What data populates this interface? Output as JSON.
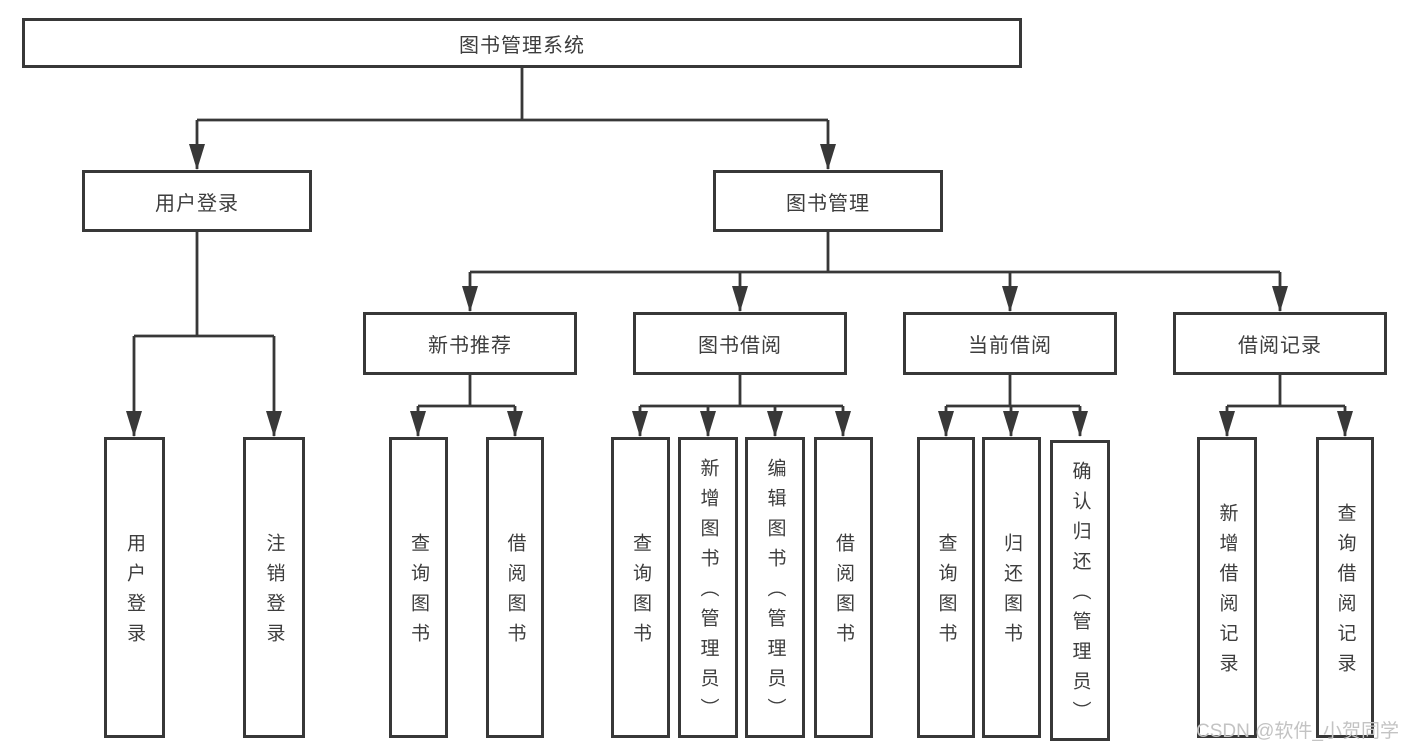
{
  "diagram": {
    "type": "hierarchy-tree",
    "watermark": "CSDN @软件_小贺同学",
    "colors": {
      "line": "#383838",
      "text": "#3d3d3d",
      "background": "#ffffff",
      "watermark": "#c3c3c3"
    },
    "nodes": {
      "root": {
        "label": "图书管理系统"
      },
      "user_login": {
        "label": "用户登录"
      },
      "book_mgmt": {
        "label": "图书管理"
      },
      "new_book": {
        "label": "新书推荐"
      },
      "borrow": {
        "label": "图书借阅"
      },
      "current": {
        "label": "当前借阅"
      },
      "records": {
        "label": "借阅记录"
      },
      "user_login_leaf": {
        "label": "用户登录"
      },
      "logout_leaf": {
        "label": "注销登录"
      },
      "new_query": {
        "label": "查询图书"
      },
      "new_borrow": {
        "label": "借阅图书"
      },
      "borrow_query": {
        "label": "查询图书"
      },
      "borrow_add": {
        "label": "新增图书（管理员）"
      },
      "borrow_edit": {
        "label": "编辑图书（管理员）"
      },
      "borrow_lend": {
        "label": "借阅图书"
      },
      "cur_query": {
        "label": "查询图书"
      },
      "cur_return": {
        "label": "归还图书"
      },
      "cur_confirm": {
        "label": "确认归还（管理员）"
      },
      "rec_add": {
        "label": "新增借阅记录"
      },
      "rec_query": {
        "label": "查询借阅记录"
      }
    },
    "hierarchy": {
      "root": [
        "user_login",
        "book_mgmt"
      ],
      "user_login": [
        "user_login_leaf",
        "logout_leaf"
      ],
      "book_mgmt": [
        "new_book",
        "borrow",
        "current",
        "records"
      ],
      "new_book": [
        "new_query",
        "new_borrow"
      ],
      "borrow": [
        "borrow_query",
        "borrow_add",
        "borrow_edit",
        "borrow_lend"
      ],
      "current": [
        "cur_query",
        "cur_return",
        "cur_confirm"
      ],
      "records": [
        "rec_add",
        "rec_query"
      ]
    }
  }
}
